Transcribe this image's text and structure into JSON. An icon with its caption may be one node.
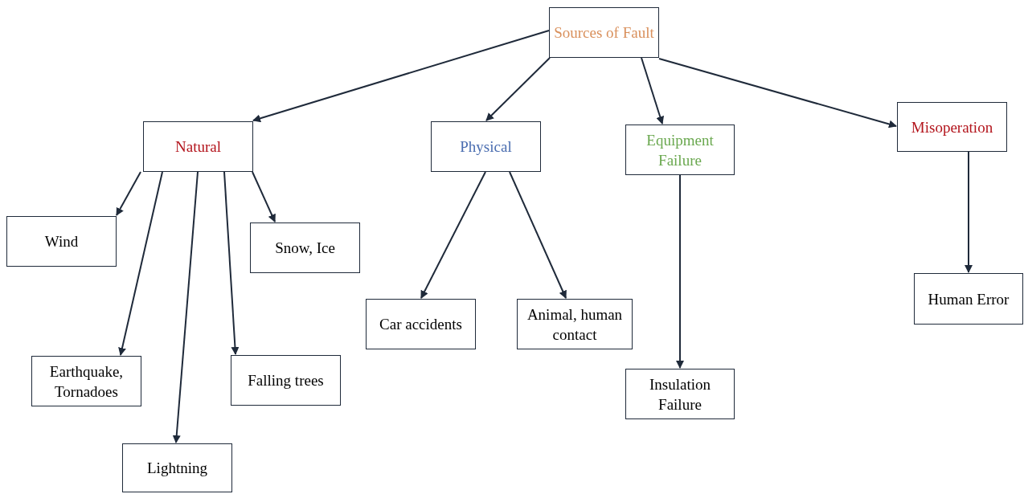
{
  "diagram": {
    "nodes": [
      {
        "text": [
          "Sources of Fault"
        ]
      },
      {
        "text": [
          "Natural"
        ]
      },
      {
        "text": [
          "Physical"
        ]
      },
      {
        "text": [
          "Equipment Failure"
        ]
      },
      {
        "text": [
          "Misoperation"
        ]
      },
      {
        "text": [
          "Wind"
        ]
      },
      {
        "text": [
          "Snow, Ice"
        ]
      },
      {
        "text": [
          "Earthquake, Tornadoes"
        ]
      },
      {
        "text": [
          "Falling trees"
        ]
      },
      {
        "text": [
          "Lightning"
        ]
      },
      {
        "text": [
          "Car accidents"
        ]
      },
      {
        "text": [
          "Animal, human contact"
        ]
      },
      {
        "text": [
          "Insulation Failure"
        ]
      },
      {
        "text": [
          "Human Error"
        ]
      }
    ],
    "edges": [
      {
        "from": 0,
        "to": 1,
        "arrow": "to"
      },
      {
        "from": 0,
        "to": 2,
        "arrow": "to"
      },
      {
        "from": 0,
        "to": 3,
        "arrow": "to"
      },
      {
        "from": 0,
        "to": 4,
        "arrow": "to"
      },
      {
        "from": 1,
        "to": 5,
        "arrow": "to"
      },
      {
        "from": 1,
        "to": 7,
        "arrow": "to"
      },
      {
        "from": 1,
        "to": 9,
        "arrow": "to"
      },
      {
        "from": 1,
        "to": 8,
        "arrow": "to"
      },
      {
        "from": 1,
        "to": 6,
        "arrow": "to"
      },
      {
        "from": 2,
        "to": 10,
        "arrow": "to"
      },
      {
        "from": 2,
        "to": 11,
        "arrow": "to"
      },
      {
        "from": 3,
        "to": 12,
        "arrow": "to"
      },
      {
        "from": 4,
        "to": 13,
        "arrow": "to"
      }
    ]
  }
}
